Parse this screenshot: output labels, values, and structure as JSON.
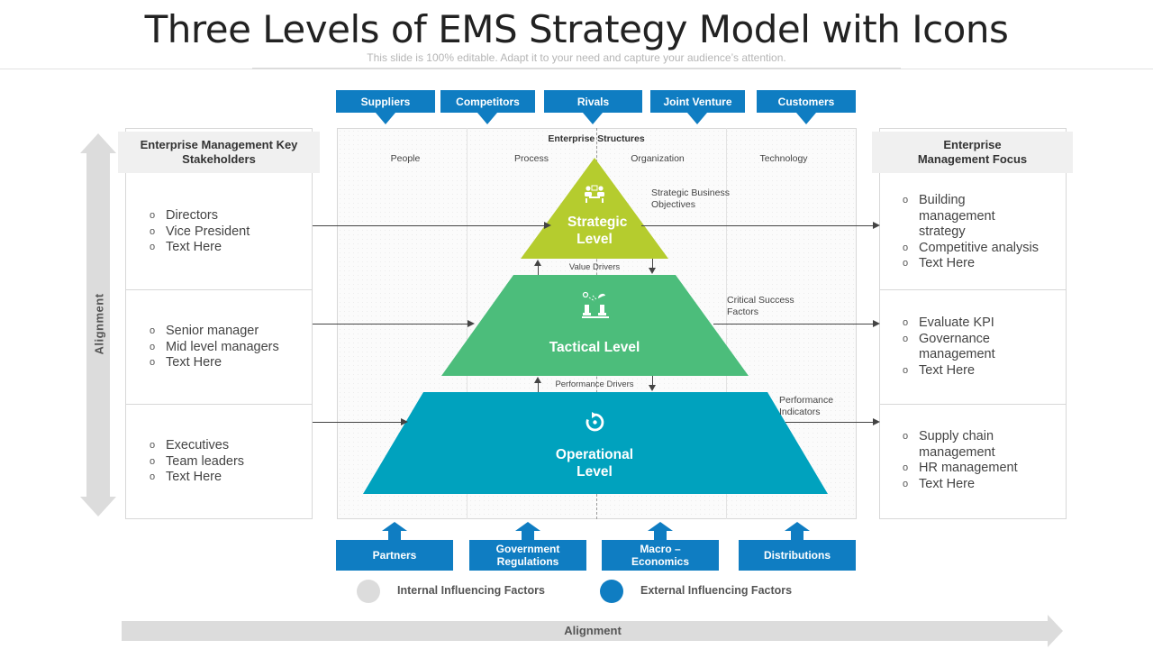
{
  "header": {
    "title": "Three Levels of EMS Strategy Model with Icons",
    "subtitle": "This slide is 100% editable. Adapt it to your need and capture your audience’s attention."
  },
  "alignment_label_vertical": "Alignment",
  "alignment_label_horizontal": "Alignment",
  "left_panel": {
    "title": "Enterprise Management Key Stakeholders",
    "groups": [
      [
        "Directors",
        "Vice President",
        "Text Here"
      ],
      [
        "Senior manager",
        "Mid level managers",
        "Text Here"
      ],
      [
        "Executives",
        "Team leaders",
        "Text Here"
      ]
    ]
  },
  "right_panel": {
    "title": "Enterprise Management Focus",
    "groups": [
      [
        "Building management strategy",
        "Competitive analysis",
        "Text Here"
      ],
      [
        "Evaluate KPI",
        "Governance management",
        "Text Here"
      ],
      [
        "Supply  chain management",
        "HR management",
        "Text Here"
      ]
    ]
  },
  "top_factors": [
    "Suppliers",
    "Competitors",
    "Rivals",
    "Joint Venture",
    "Customers"
  ],
  "bottom_factors": [
    "Partners",
    "Government Regulations",
    "Macro – Economics",
    "Distributions"
  ],
  "enterprise_structures": {
    "label": "Enterprise Structures",
    "columns": [
      "People",
      "Process",
      "Organization",
      "Technology"
    ]
  },
  "levels": [
    {
      "name": "Strategic Level",
      "color": "#b5cc2e",
      "icon": "team-meeting-icon",
      "annotation": "Strategic Business Objectives"
    },
    {
      "name": "Tactical Level",
      "color": "#4cbd7b",
      "icon": "strategy-pieces-icon",
      "annotation": "Critical Success Factors"
    },
    {
      "name": "Operational Level",
      "color": "#00a2be",
      "icon": "refresh-icon",
      "annotation": "Performance Indicators"
    }
  ],
  "drivers": [
    "Value Drivers",
    "Performance Drivers"
  ],
  "legend": [
    {
      "label": "Internal Influencing Factors",
      "color": "#dcdcdc"
    },
    {
      "label": "External Influencing Factors",
      "color": "#0f7dc2"
    }
  ]
}
